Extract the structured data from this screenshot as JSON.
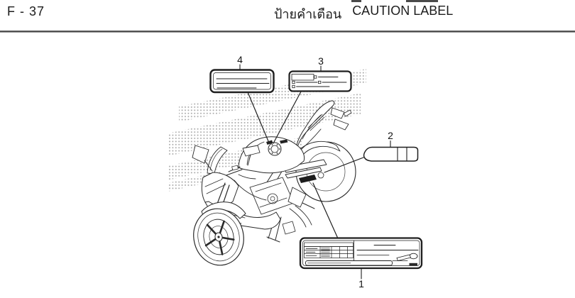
{
  "page": {
    "code": "F - 37",
    "title_thai": "ป้ายคำเตือน",
    "title_en": "CAUTION LABEL"
  },
  "figure": {
    "type": "motorcycle-parts-diagram",
    "subject": "sport motorcycle line drawing showing caution label locations",
    "callouts": [
      {
        "ref": "1"
      },
      {
        "ref": "2"
      },
      {
        "ref": "3"
      },
      {
        "ref": "4"
      }
    ]
  },
  "colors": {
    "background": "#ffffff",
    "line_art": "#2a2a2a",
    "header_rule": "#4a4a4a",
    "dark_label_fill": "#1d1d1d",
    "halftone_dot": "#9b9b9b"
  }
}
